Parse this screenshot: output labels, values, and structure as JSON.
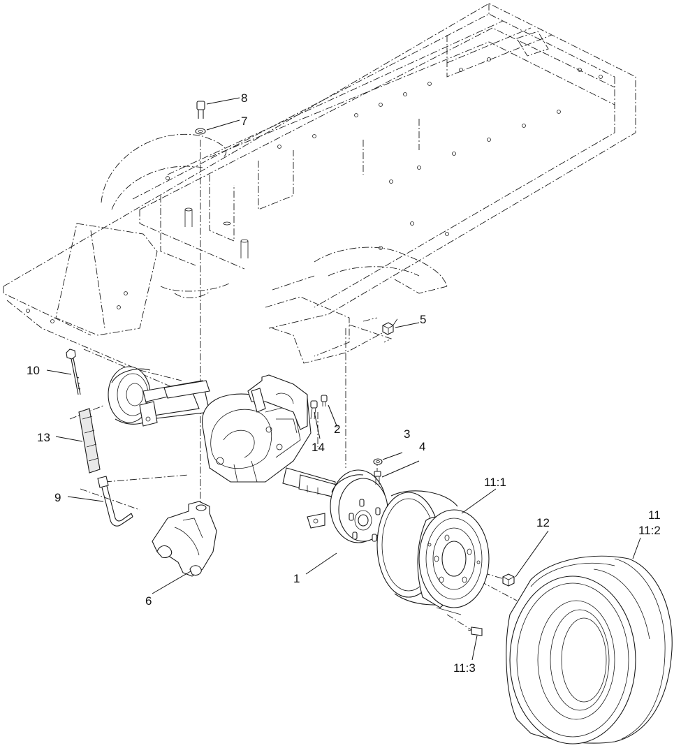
{
  "diagram": {
    "callouts": [
      {
        "id": "c8",
        "label": "8"
      },
      {
        "id": "c7",
        "label": "7"
      },
      {
        "id": "c5",
        "label": "5"
      },
      {
        "id": "c10",
        "label": "10"
      },
      {
        "id": "c2",
        "label": "2"
      },
      {
        "id": "c14",
        "label": "14"
      },
      {
        "id": "c13",
        "label": "13"
      },
      {
        "id": "c3",
        "label": "3"
      },
      {
        "id": "c4",
        "label": "4"
      },
      {
        "id": "c9",
        "label": "9"
      },
      {
        "id": "c11_1",
        "label": "11:1"
      },
      {
        "id": "c11",
        "label": "11"
      },
      {
        "id": "c11_2",
        "label": "11:2"
      },
      {
        "id": "c12",
        "label": "12"
      },
      {
        "id": "c1",
        "label": "1"
      },
      {
        "id": "c6",
        "label": "6"
      },
      {
        "id": "c11_3",
        "label": "11:3"
      }
    ]
  }
}
